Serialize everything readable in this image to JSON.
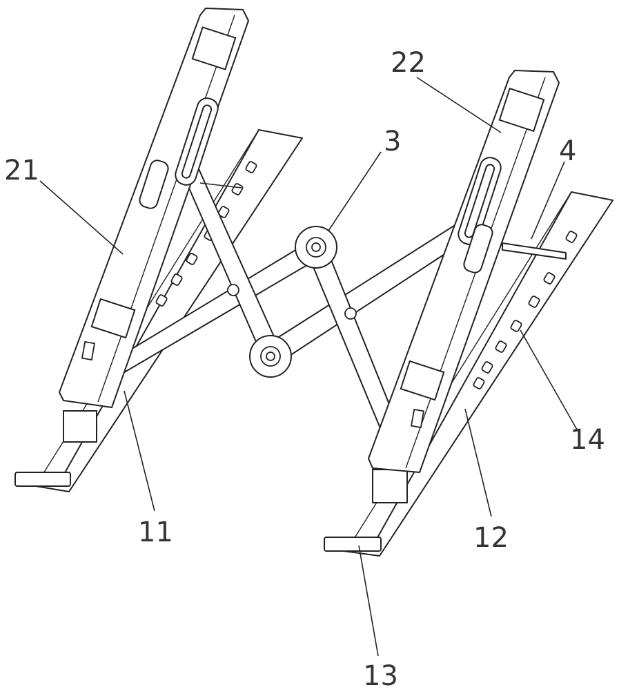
{
  "figure": {
    "labels": {
      "label_21": "21",
      "label_22": "22",
      "label_3": "3",
      "label_4": "4",
      "label_11": "11",
      "label_12": "12",
      "label_13": "13",
      "label_14": "14"
    }
  },
  "colors": {
    "background": "#ffffff",
    "line": "#222222",
    "text": "#333333"
  }
}
